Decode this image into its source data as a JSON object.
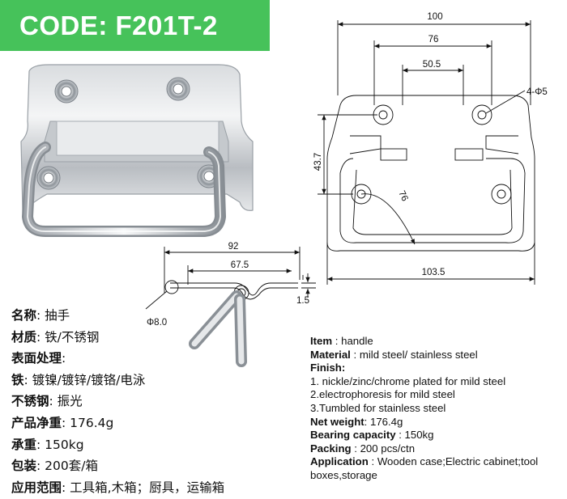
{
  "code": "CODE: F201T-2",
  "dimensions": {
    "d100": "100",
    "d76": "76",
    "d50_5": "50.5",
    "hole": "4-Φ5",
    "d43_7": "43.7",
    "d76_arc": "76",
    "d103_5": "103.5",
    "d92": "92",
    "d67_5": "67.5",
    "phi8": "Φ8.0",
    "d1_5": "1.5"
  },
  "cn": {
    "name_label": "名称",
    "name_value": "抽手",
    "material_label": "材质",
    "material_value": "铁/不锈钢",
    "finish_label": "表面处理",
    "iron_label": "铁",
    "iron_value": "镀镍/镀锌/镀铬/电泳",
    "ss_label": "不锈钢",
    "ss_value": "振光",
    "weight_label": "产品净重",
    "weight_value": "176.4g",
    "load_label": "承重",
    "load_value": "150kg",
    "pack_label": "包装",
    "pack_value": "200套/箱",
    "app_label": "应用范围",
    "app_value": "工具箱,木箱；厨具，运输箱"
  },
  "en": {
    "item_label": "Item",
    "item_value": "handle",
    "material_label": "Material",
    "material_value": "mild steel/ stainless steel",
    "finish_label": "Finish:",
    "finish_1": "1. nickle/zinc/chrome plated for mild steel",
    "finish_2": "2.electrophoresis for mild steel",
    "finish_3": "3.Tumbled for stainless steel",
    "weight_label": "Net weight",
    "weight_value": "176.4g",
    "bearing_label": "Bearing capacity",
    "bearing_value": "150kg",
    "packing_label": "Packing",
    "packing_value": "200 pcs/ctn",
    "app_label": "Application",
    "app_value": "Wooden case;Electric cabinet;tool boxes,storage"
  }
}
